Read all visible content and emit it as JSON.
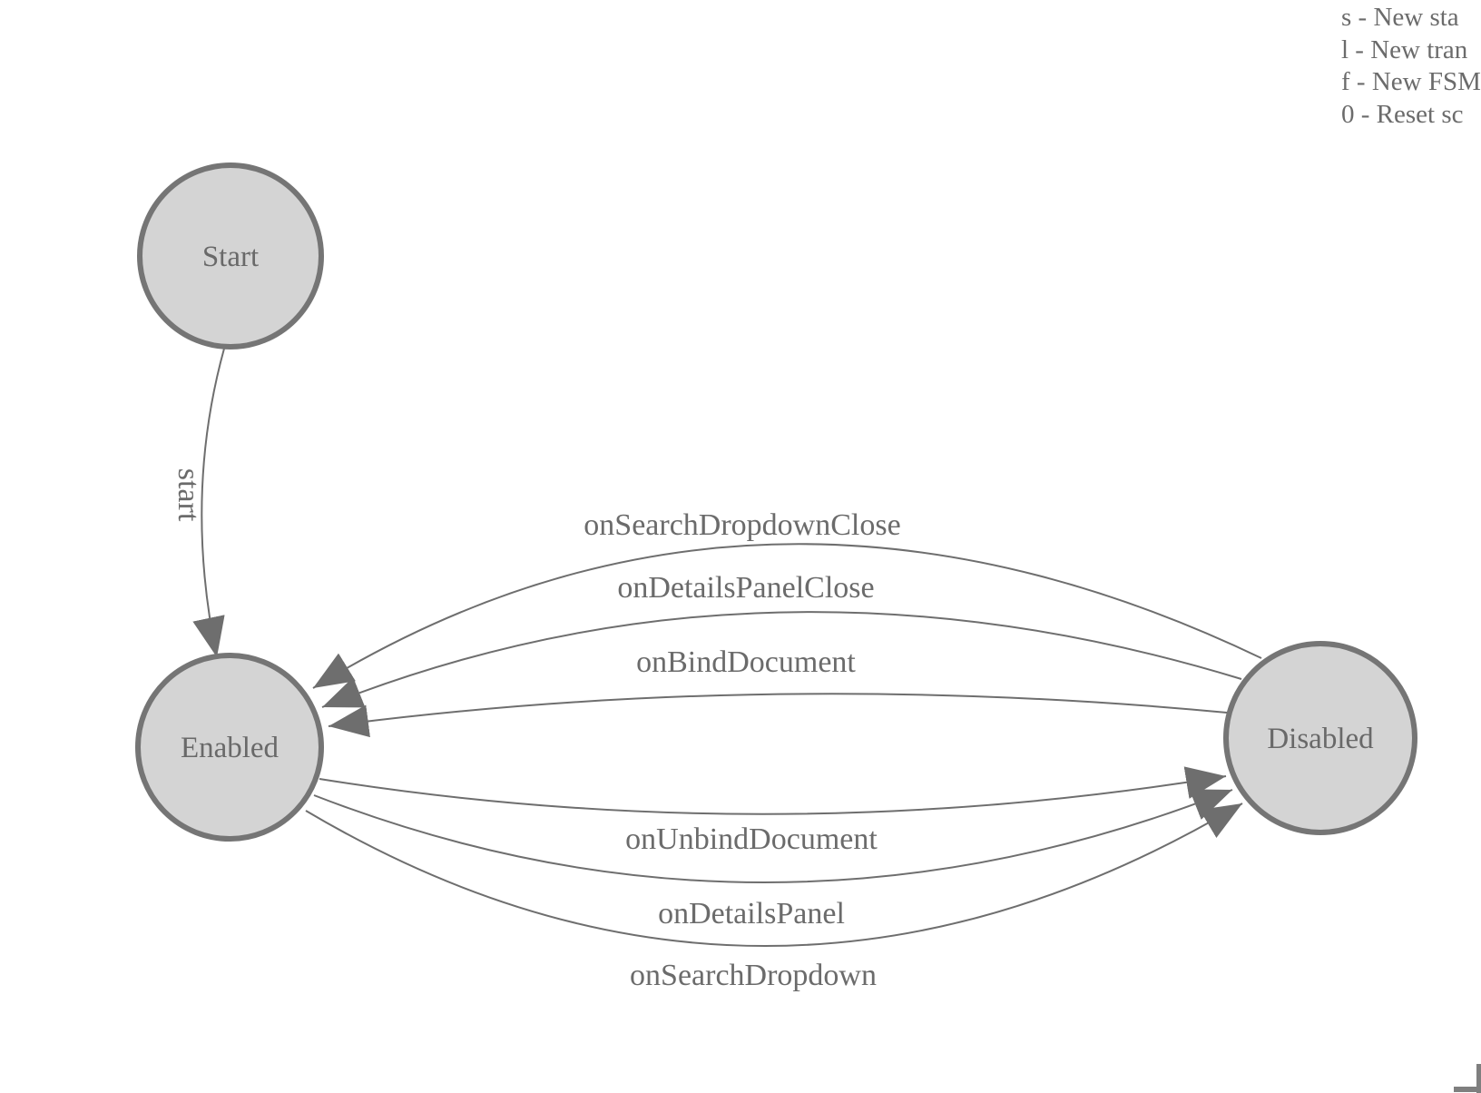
{
  "help": {
    "lines": [
      "s - New sta",
      "l - New tran",
      "f - New FSM",
      "0 - Reset sc"
    ]
  },
  "diagram": {
    "states": [
      {
        "label": "Start"
      },
      {
        "label": "Enabled"
      },
      {
        "label": "Disabled"
      }
    ],
    "transitions": [
      {
        "label": "start",
        "from": "Start",
        "to": "Enabled"
      },
      {
        "label": "onSearchDropdownClose",
        "from": "Disabled",
        "to": "Enabled"
      },
      {
        "label": "onDetailsPanelClose",
        "from": "Disabled",
        "to": "Enabled"
      },
      {
        "label": "onBindDocument",
        "from": "Disabled",
        "to": "Enabled"
      },
      {
        "label": "onUnbindDocument",
        "from": "Enabled",
        "to": "Disabled"
      },
      {
        "label": "onDetailsPanel",
        "from": "Enabled",
        "to": "Disabled"
      },
      {
        "label": "onSearchDropdown",
        "from": "Enabled",
        "to": "Disabled"
      }
    ]
  },
  "colors": {
    "state_fill": "#d4d4d4",
    "state_stroke": "#757575",
    "edge": "#6e6e6e",
    "text": "#696969",
    "background": "#ffffff"
  }
}
